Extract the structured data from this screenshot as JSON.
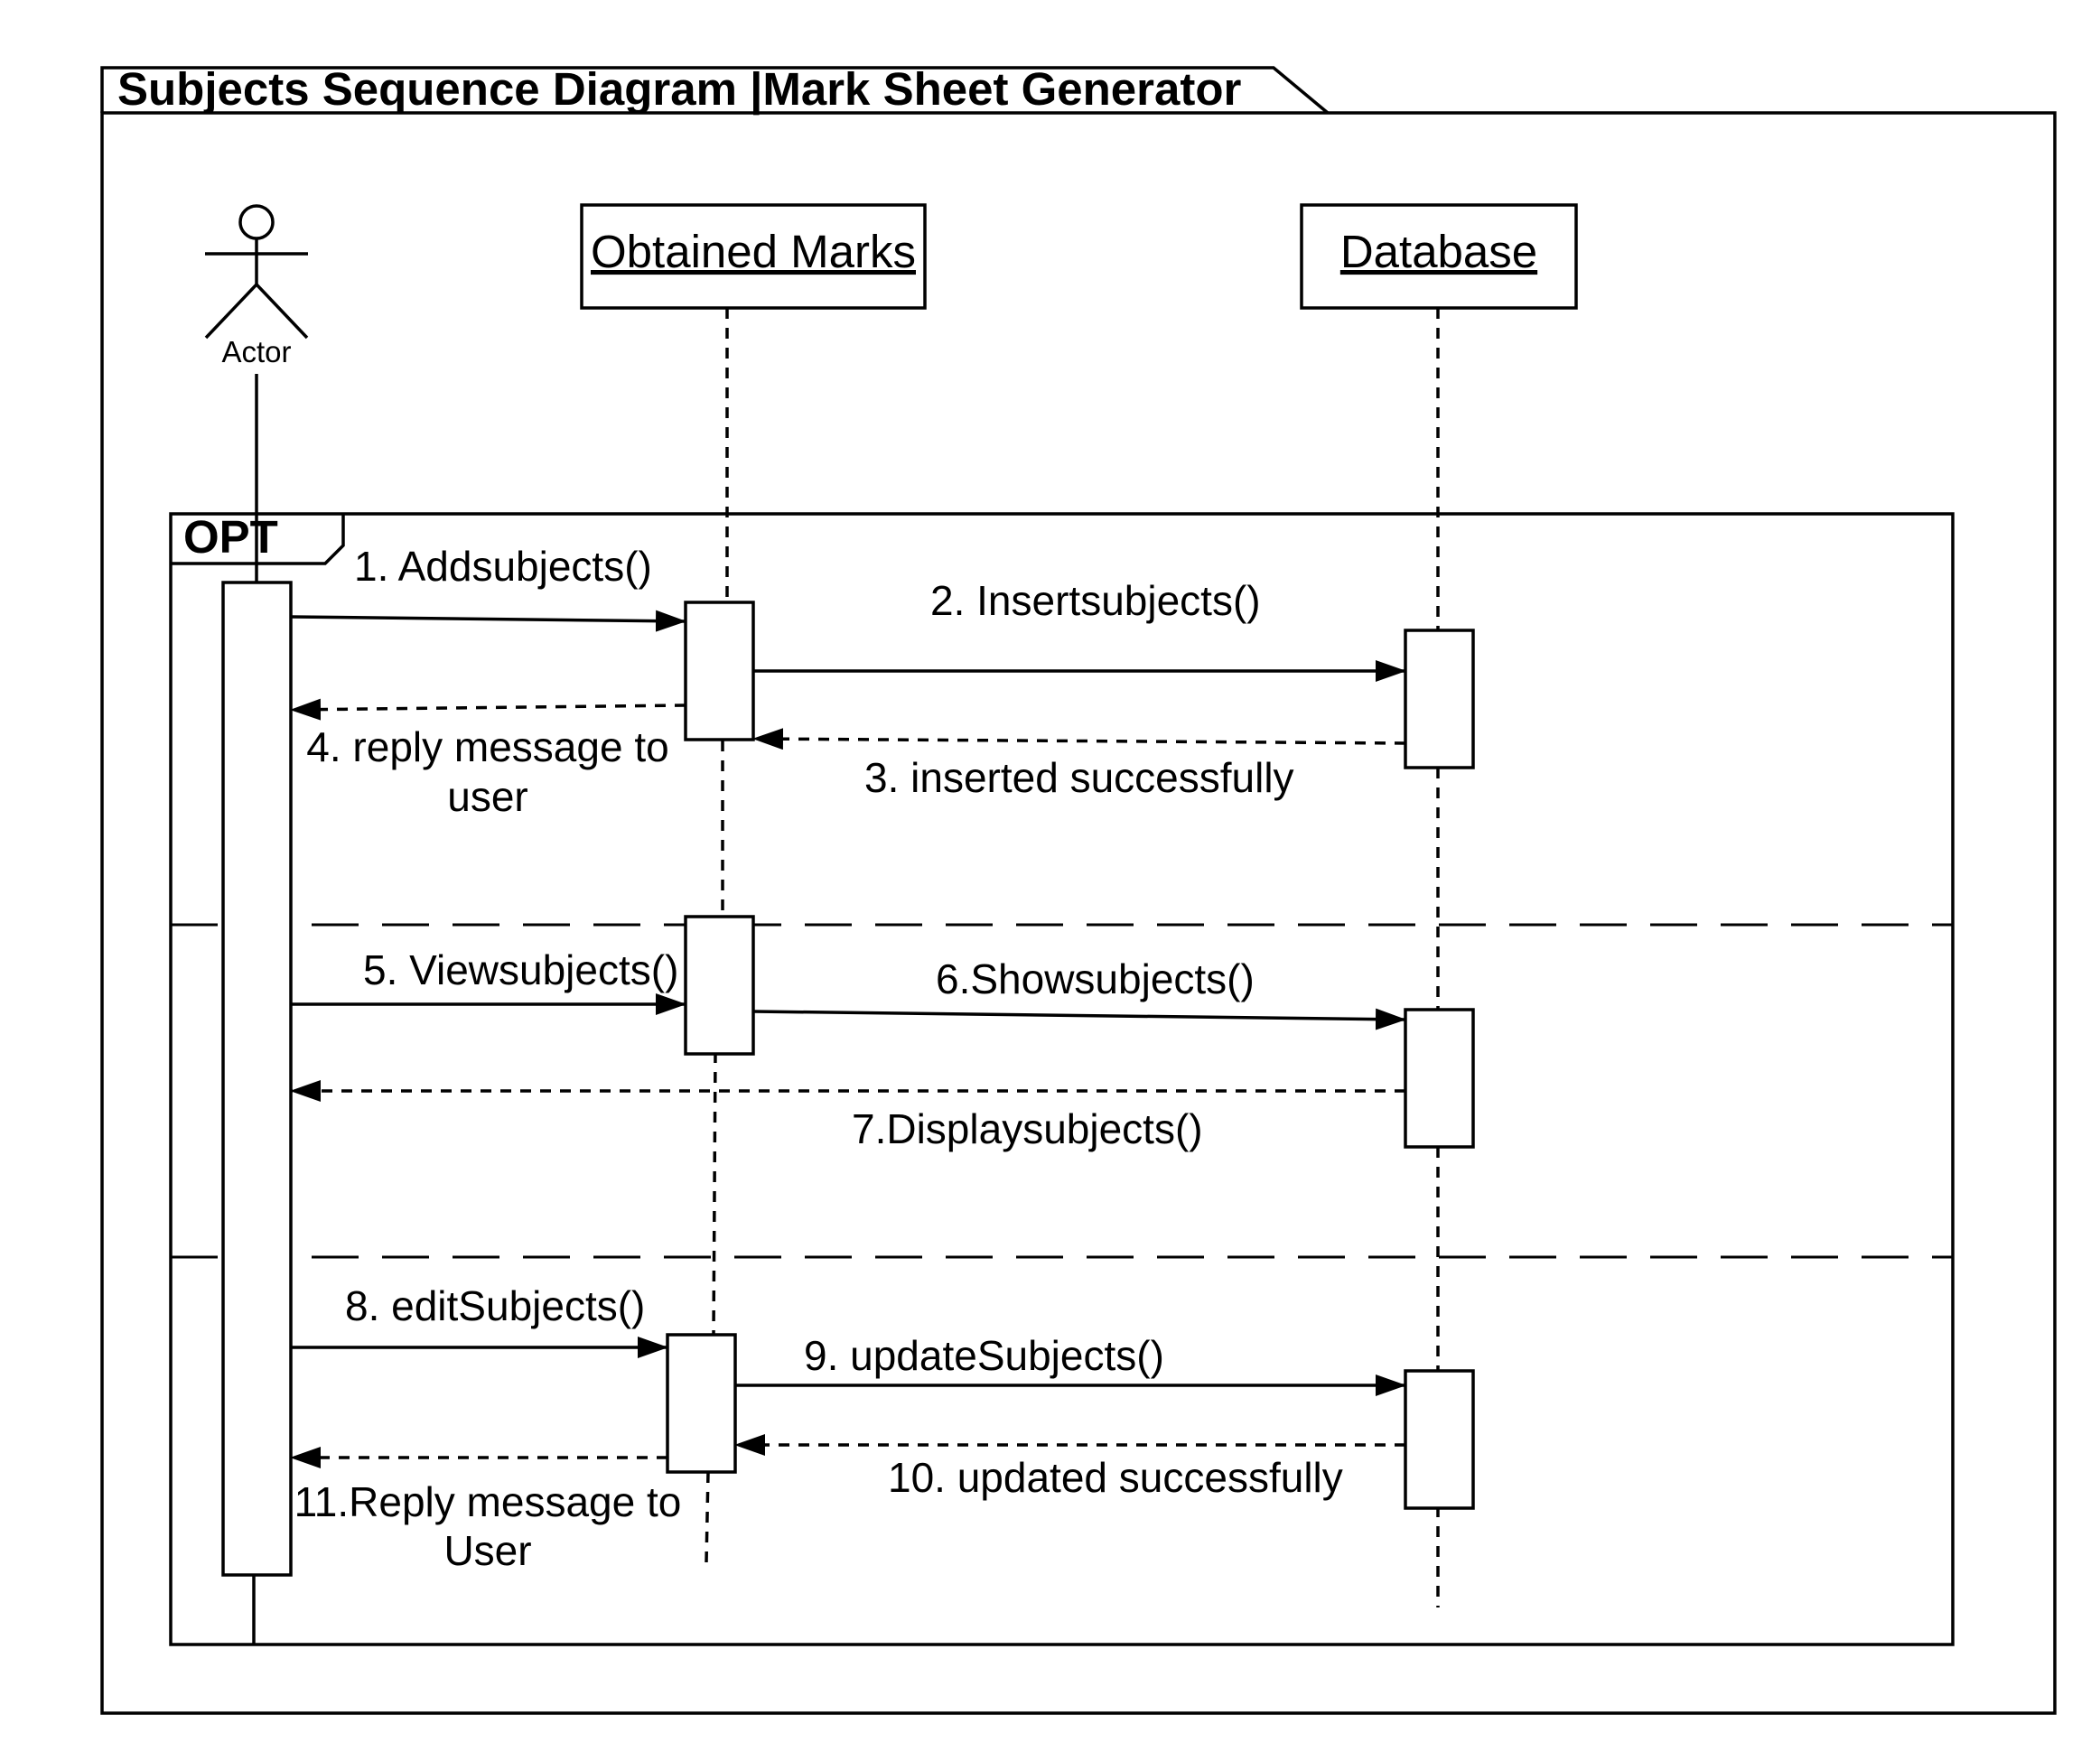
{
  "frame": {
    "title": "Subjects Sequence Diagram |Mark Sheet Generator"
  },
  "participants": {
    "actor": "Actor",
    "obtained_marks": "Obtained Marks",
    "database": "Database"
  },
  "fragment": {
    "operator": "OPT"
  },
  "messages": {
    "m1": "1. Addsubjects()",
    "m2": "2. Insertsubjects()",
    "m3": "3. inserted successfully",
    "m4_line1": "4. reply message to",
    "m4_line2": "user",
    "m5": "5. Viewsubjects()",
    "m6": "6.Showsubjects()",
    "m7": "7.Displaysubjects()",
    "m8": "8. editSubjects()",
    "m9": "9. updateSubjects()",
    "m10": "10. updated successfully",
    "m11_line1": "11.Reply message to",
    "m11_line2": "User"
  }
}
